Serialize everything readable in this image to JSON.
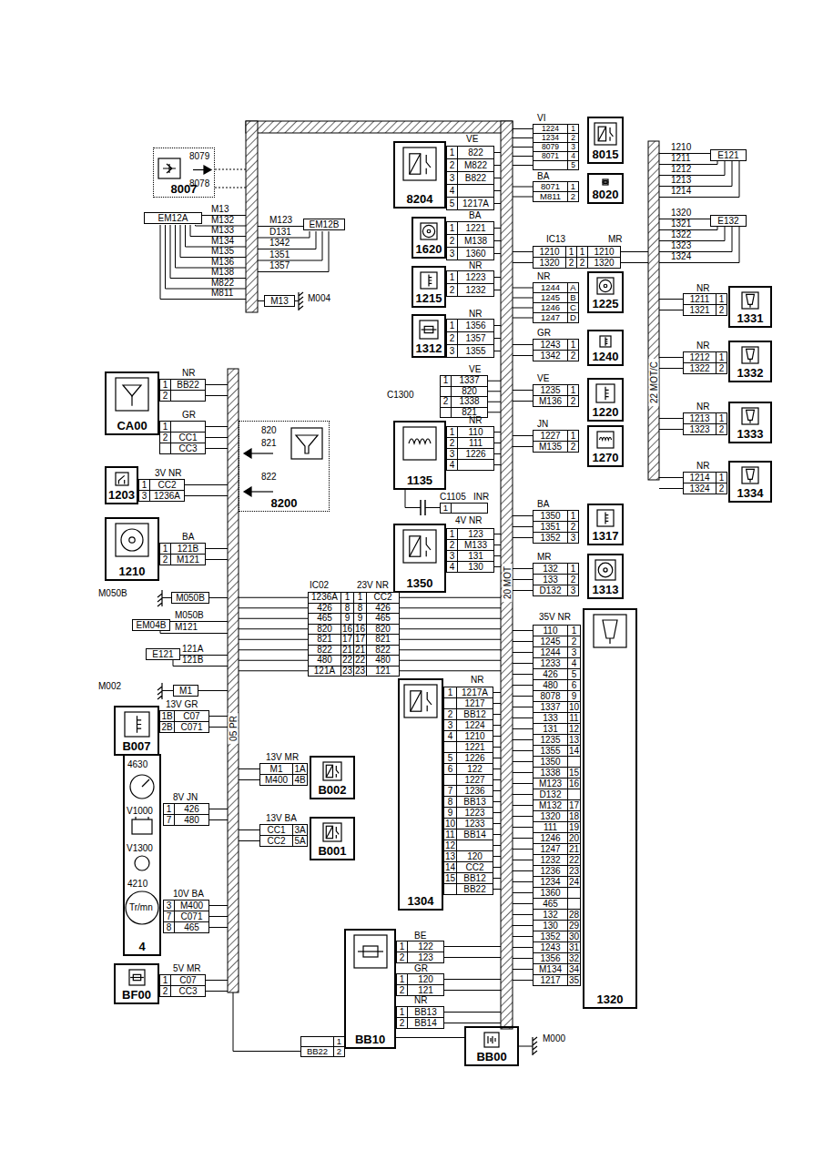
{
  "diagram": {
    "nodes": [
      {
        "text": [
          "8007"
        ]
      },
      {
        "text": [
          "EM12A"
        ]
      },
      {
        "text": [
          "EM12B"
        ]
      },
      {
        "text": [
          "M13"
        ]
      },
      {
        "text": [
          "8204"
        ]
      },
      {
        "text": [
          "1620"
        ]
      },
      {
        "text": [
          "1215"
        ]
      },
      {
        "text": [
          "1312"
        ]
      },
      {
        "text": [
          "1135"
        ]
      },
      {
        "text": [
          "1350"
        ]
      },
      {
        "text": [
          "1304"
        ]
      },
      {
        "text": [
          "8015"
        ]
      },
      {
        "text": [
          "8020"
        ]
      },
      {
        "text": [
          "1225"
        ]
      },
      {
        "text": [
          "1240"
        ]
      },
      {
        "text": [
          "1220"
        ]
      },
      {
        "text": [
          "1270"
        ]
      },
      {
        "text": [
          "1317"
        ]
      },
      {
        "text": [
          "1313"
        ]
      },
      {
        "text": [
          "1320"
        ]
      },
      {
        "text": [
          "E121"
        ]
      },
      {
        "text": [
          "E132"
        ]
      },
      {
        "text": [
          "1331"
        ]
      },
      {
        "text": [
          "1332"
        ]
      },
      {
        "text": [
          "1333"
        ]
      },
      {
        "text": [
          "1334"
        ]
      },
      {
        "text": [
          "CA00"
        ]
      },
      {
        "text": [
          "1203"
        ]
      },
      {
        "text": [
          "8200"
        ]
      },
      {
        "text": [
          "1210"
        ]
      },
      {
        "text": [
          "M050B"
        ]
      },
      {
        "text": [
          "EM04B"
        ]
      },
      {
        "text": [
          "E121"
        ]
      },
      {
        "text": [
          "M1"
        ]
      },
      {
        "text": [
          "B007"
        ]
      },
      {
        "text": [
          "4"
        ]
      },
      {
        "text": [
          "BF00"
        ]
      },
      {
        "text": [
          "B002"
        ]
      },
      {
        "text": [
          "B001"
        ]
      },
      {
        "text": [
          "BB10"
        ]
      },
      {
        "text": [
          "BB00"
        ]
      }
    ],
    "edges": [
      {
        "from": 39,
        "to": 40,
        "arrow": "none"
      }
    ],
    "labels": [
      "8079",
      "8078",
      "M13",
      "M132",
      "M133",
      "M134",
      "M135",
      "M136",
      "M138",
      "M822",
      "M811",
      "M123",
      "D131",
      "1342",
      "1351",
      "1357",
      "M004",
      "VE",
      "1",
      "822",
      "2",
      "M822",
      "3",
      "B822",
      "4",
      "5",
      "1217A",
      "BA",
      "1",
      "1221",
      "2",
      "M138",
      "3",
      "1360",
      "NR",
      "1",
      "1223",
      "2",
      "1232",
      "NR",
      "1",
      "1356",
      "2",
      "1357",
      "3",
      "1355",
      "VE",
      "C1300",
      "1",
      "1337",
      "820",
      "2",
      "1338",
      "821",
      "NR",
      "1",
      "110",
      "2",
      "111",
      "3",
      "1226",
      "4",
      "C1105",
      "INR",
      "1",
      "4V NR",
      "1",
      "123",
      "2",
      "M133",
      "3",
      "131",
      "4",
      "130",
      "IC02",
      "23V NR",
      "1236A",
      "1",
      "1",
      "CC2",
      "426",
      "8",
      "8",
      "426",
      "465",
      "9",
      "9",
      "465",
      "820",
      "16",
      "16",
      "820",
      "821",
      "17",
      "17",
      "821",
      "822",
      "21",
      "21",
      "822",
      "480",
      "22",
      "22",
      "480",
      "121A",
      "23",
      "23",
      "121",
      "NR",
      "1",
      "1217A",
      "1217",
      "2",
      "BB12",
      "3",
      "1224",
      "4",
      "1210",
      "1221",
      "5",
      "1226",
      "6",
      "122",
      "1227",
      "7",
      "1236",
      "8",
      "BB13",
      "9",
      "1223",
      "10",
      "1233",
      "11",
      "BB14",
      "12",
      "13",
      "120",
      "14",
      "CC2",
      "15",
      "BB12",
      "BB22",
      "BE",
      "1",
      "122",
      "2",
      "123",
      "GR",
      "1",
      "120",
      "2",
      "121",
      "NR",
      "1",
      "BB13",
      "2",
      "BB14",
      "M000",
      "1",
      "BB22",
      "2",
      "VI",
      "1224",
      "1",
      "1234",
      "2",
      "8079",
      "3",
      "8071",
      "4",
      "5",
      "BA",
      "8071",
      "1",
      "M811",
      "2",
      "IC13",
      "MR",
      "1210",
      "1",
      "1",
      "1210",
      "1320",
      "2",
      "2",
      "1320",
      "NR",
      "1244",
      "A",
      "1245",
      "B",
      "1246",
      "C",
      "1247",
      "D",
      "GR",
      "1243",
      "1",
      "1342",
      "2",
      "VE",
      "1235",
      "1",
      "M136",
      "2",
      "JN",
      "1227",
      "1",
      "M135",
      "2",
      "BA",
      "1350",
      "1",
      "1351",
      "2",
      "1352",
      "3",
      "MR",
      "132",
      "1",
      "133",
      "2",
      "D132",
      "3",
      "35V NR",
      "110",
      "1",
      "1245",
      "2",
      "1244",
      "3",
      "1233",
      "4",
      "426",
      "5",
      "480",
      "6",
      "8078",
      "9",
      "1337",
      "10",
      "133",
      "11",
      "131",
      "12",
      "1235",
      "13",
      "1355",
      "14",
      "1350",
      "1338",
      "15",
      "M123",
      "16",
      "D132",
      "M132",
      "17",
      "1320",
      "18",
      "111",
      "19",
      "1246",
      "20",
      "1247",
      "21",
      "1232",
      "22",
      "1236",
      "23",
      "1234",
      "24",
      "1360",
      "465",
      "132",
      "28",
      "130",
      "29",
      "1352",
      "30",
      "1243",
      "31",
      "1356",
      "32",
      "M134",
      "34",
      "1217",
      "35",
      "1210",
      "1211",
      "1212",
      "1213",
      "1214",
      "1320",
      "1321",
      "1322",
      "1323",
      "1324",
      "22 MOT/C",
      "NR",
      "1211",
      "1",
      "1321",
      "2",
      "NR",
      "1212",
      "1",
      "1322",
      "2",
      "NR",
      "1213",
      "1",
      "1323",
      "2",
      "NR",
      "1214",
      "1",
      "1324",
      "2",
      "NR",
      "1",
      "BB22",
      "2",
      "GR",
      "1",
      "2",
      "CC1",
      "CC3",
      "3V NR",
      "1",
      "CC2",
      "3",
      "1236A",
      "BA",
      "1",
      "121B",
      "2",
      "M121",
      "M050B",
      "M050B",
      "M121",
      "121A",
      "121B",
      "M002",
      "13V GR",
      "1B",
      "C07",
      "2B",
      "C071",
      "4630",
      "V1000",
      "V1300",
      "4210",
      "Tr/mn",
      "8V JN",
      "1",
      "426",
      "7",
      "480",
      "10V BA",
      "3",
      "M400",
      "7",
      "C071",
      "8",
      "465",
      "5V MR",
      "1",
      "C07",
      "2",
      "CC3",
      "13V MR",
      "M1",
      "1A",
      "M400",
      "4B",
      "13V BA",
      "CC1",
      "3A",
      "CC2",
      "5A",
      "820",
      "821",
      "822",
      "20 MOT",
      "05 PR"
    ]
  }
}
